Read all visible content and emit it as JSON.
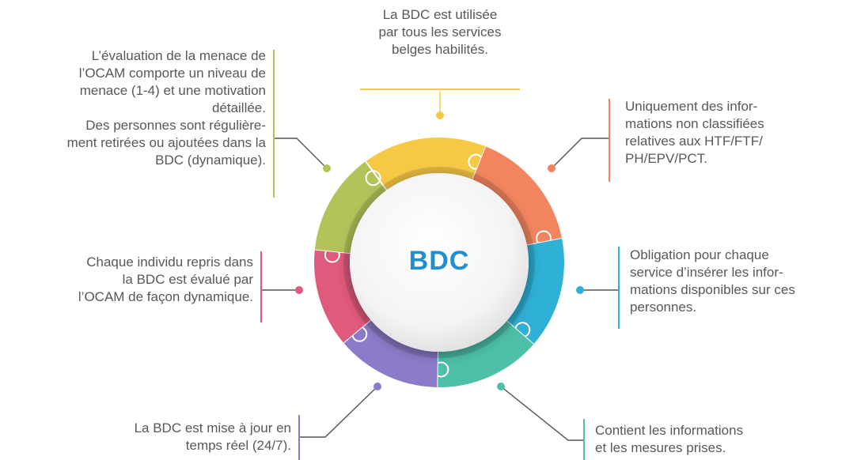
{
  "center_label": "BDC",
  "colors": {
    "yellow": "#f6c945",
    "orange": "#f2845f",
    "blue": "#2fb0d6",
    "teal": "#4ebfa8",
    "purple": "#8d7bc9",
    "pink": "#e05a7d",
    "green": "#b3c35a",
    "text": "#585858",
    "accent_text": "#1f8fcf"
  },
  "notes": {
    "top": "La BDC est utilisée\npar tous les services\nbelges habilités.",
    "top_right": "Uniquement des infor-\nmations non classifiées\nrelatives aux HTF/FTF/\nPH/EPV/PCT.",
    "right": "Obligation pour chaque\nservice d’insérer les infor-\nmations disponibles sur ces\npersonnes.",
    "bottom_right": "Contient les informations\net les mesures prises.",
    "bottom_left": "La BDC est mise à jour en\ntemps réel (24/7).",
    "left": "Chaque individu repris dans\nla BDC est évalué par\nl’OCAM de façon dynamique.",
    "top_left": "L’évaluation de la menace de\nl’OCAM comporte un niveau de\nmenace (1-4) et une motivation\ndétaillée.\nDes personnes sont régulière-\nment retirées ou ajoutées dans la\nBDC (dynamique)."
  }
}
